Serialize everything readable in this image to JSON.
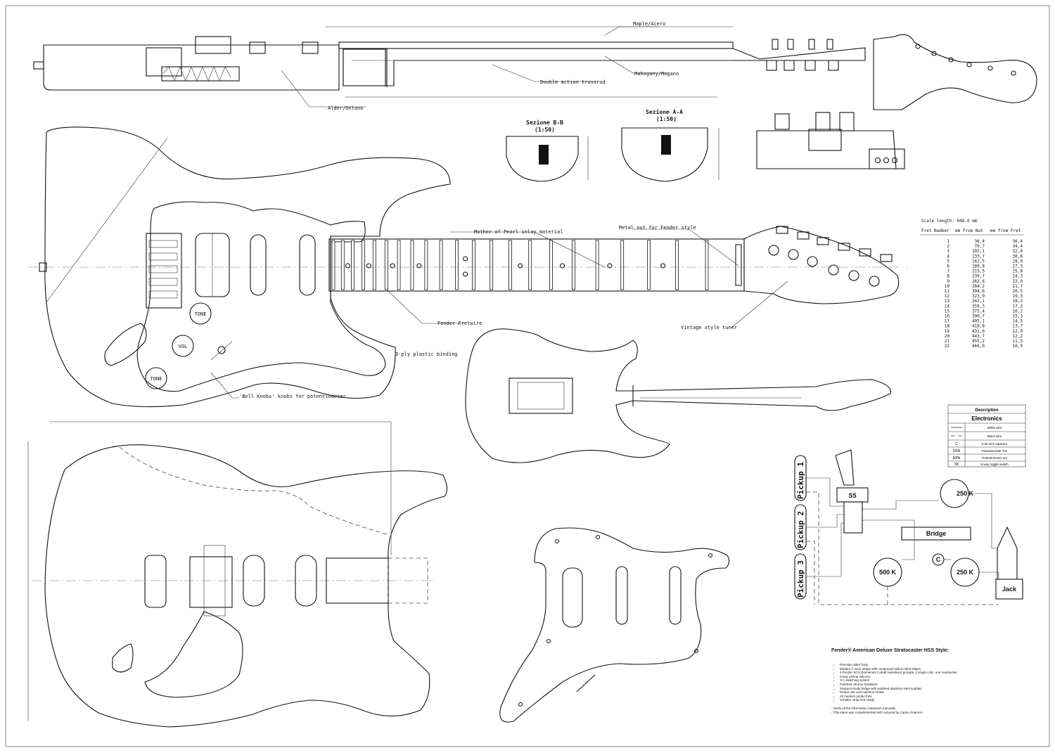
{
  "labels": {
    "maple": "Maple/Acero",
    "mahogany": "Mahogany/Mogano",
    "trussrod": "Double action trussrod",
    "alder": "Alder/Ontano",
    "section_bb": "Sezione B-B",
    "section_bb_scale": "(1:50)",
    "section_aa": "Sezione A-A",
    "section_aa_scale": "(1:50)",
    "pearl": "Mother of Pearl inlay material",
    "metal_nut": "Metal nut for Fender style",
    "fretwire": "Fender Fretwire",
    "tuner": "Vintage style tuner",
    "binding": "3-ply plastic binding",
    "bell_knobs": "'Bell Knobs' knobs for potentiometer",
    "knob_vol": "VOL",
    "knob_tone1": "TONE",
    "knob_tone2": "TONE"
  },
  "fret_table": {
    "scale_length": "Scale length: 648.0 mm",
    "headers": [
      "Fret Number",
      "mm from Nut",
      "mm from Fret"
    ],
    "rows": [
      [
        "1",
        "36,4",
        "36,4"
      ],
      [
        "2",
        "70,7",
        "34,4"
      ],
      [
        "3",
        "103,1",
        "32,4"
      ],
      [
        "4",
        "133,7",
        "30,6"
      ],
      [
        "5",
        "162,5",
        "28,9"
      ],
      [
        "6",
        "189,8",
        "27,3"
      ],
      [
        "7",
        "215,5",
        "25,8"
      ],
      [
        "8",
        "239,7",
        "24,3"
      ],
      [
        "9",
        "262,6",
        "23,0"
      ],
      [
        "10",
        "284,2",
        "21,7"
      ],
      [
        "11",
        "304,6",
        "20,5"
      ],
      [
        "12",
        "323,9",
        "19,3"
      ],
      [
        "13",
        "342,1",
        "18,2"
      ],
      [
        "14",
        "359,3",
        "17,2"
      ],
      [
        "15",
        "375,4",
        "16,2"
      ],
      [
        "16",
        "390,7",
        "15,3"
      ],
      [
        "17",
        "405,1",
        "14,5"
      ],
      [
        "18",
        "418,8",
        "13,7"
      ],
      [
        "19",
        "431,6",
        "12,9"
      ],
      [
        "20",
        "443,7",
        "12,2"
      ],
      [
        "21",
        "455,2",
        "11,5"
      ],
      [
        "22",
        "466,0",
        "10,9"
      ]
    ]
  },
  "legend": {
    "header": "Description",
    "title": "Electronics",
    "rows": [
      {
        "symbol": "",
        "text": "White wire"
      },
      {
        "symbol": "",
        "text": "Black wire"
      },
      {
        "symbol": "C",
        "text": "0,02 mcf capacitor"
      },
      {
        "symbol": "250k",
        "text": "Potentiometer Ton"
      },
      {
        "symbol": "500k",
        "text": "Potentiometer Vol"
      },
      {
        "symbol": "S5",
        "text": "5-way toggle switch"
      }
    ]
  },
  "wiring": {
    "pickup1": "Pickup 1",
    "pickup2": "Pickup 2",
    "pickup3": "Pickup 3",
    "switch": "S5",
    "pot_tone1": "250 K",
    "pot_tone2": "250 K",
    "pot_vol": "500 K",
    "capacitor": "C",
    "bridge": "Bridge",
    "jack": "Jack"
  },
  "info": {
    "title": "Fender® American Deluxe Stratocaster HSS Style:",
    "bullets": [
      "Premium alder body",
      "Modern C neck shape with compound radius rolled edges",
      "3 Fender SCN (Samarium Cobalt Noiseless) pickups: 2 single coils, one humbucker",
      "5-way pickup selector",
      "S-1 switching system",
      "Polished chrome hardware",
      "Stamp-in-body bridge with polished stainless steel saddles",
      "Deluxe die-cast machine heads",
      "22 medium jumbo frets",
      "Schaller strap lock ready"
    ],
    "notes": [
      "- Verify all the information measures manually",
      "- This plane was complemented with Autocad by Carlos Guerrero"
    ]
  }
}
